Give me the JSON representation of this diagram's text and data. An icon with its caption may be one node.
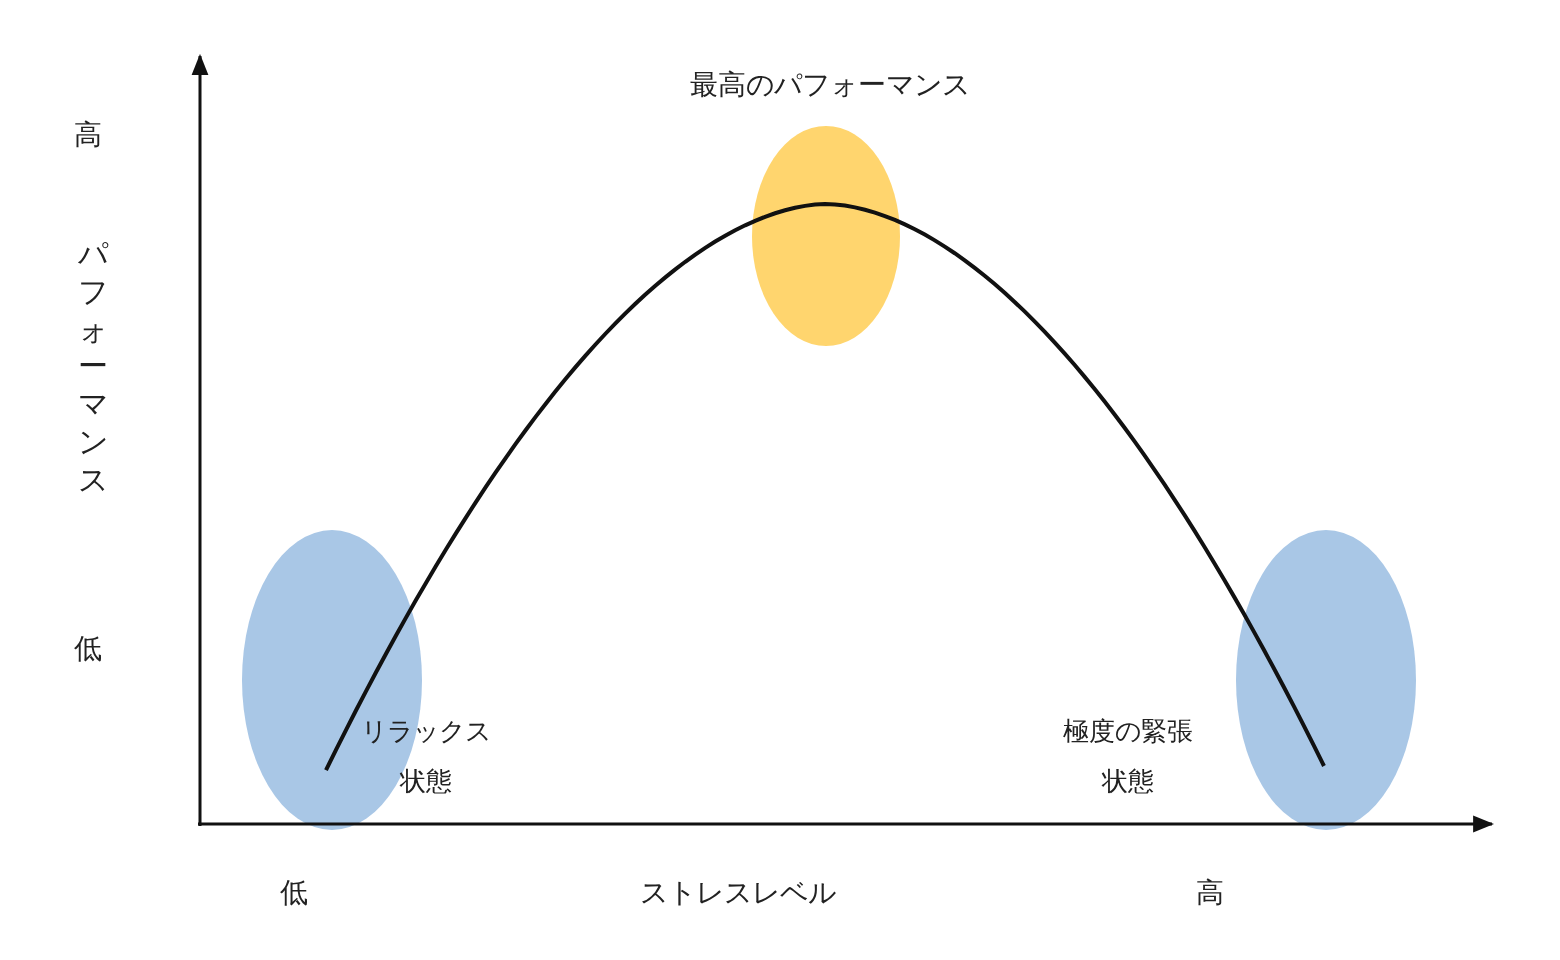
{
  "diagram": {
    "nodes": [
      {
        "text": [],
        "shape": "circle",
        "beside": [
          "リラックス状態"
        ]
      },
      {
        "text": [],
        "shape": "circle",
        "beside": [
          "最高のパフォーマンス"
        ]
      },
      {
        "text": [],
        "shape": "circle",
        "beside": [
          "極度の緊張状態"
        ]
      }
    ],
    "labels": [
      "高",
      "パフォーマンス",
      "低",
      "低",
      "ストレスレベル",
      "高"
    ]
  }
}
